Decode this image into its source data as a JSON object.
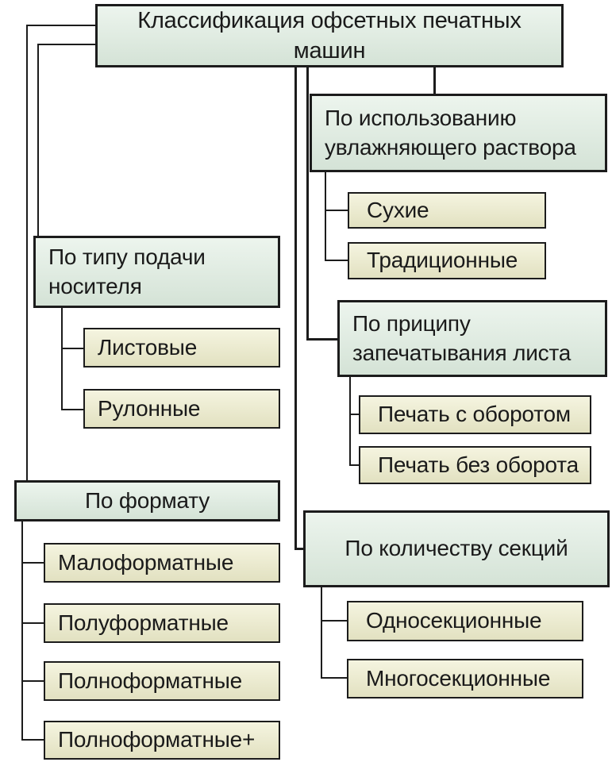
{
  "diagram": {
    "title": "Классификация офсетных печатных машин",
    "colors": {
      "header_bg": "#ddecdf",
      "leaf_bg": "#eeedcb",
      "border": "#1c1c1c",
      "line": "#1c1c1c",
      "text": "#1a1a1a",
      "background": "#ffffff"
    },
    "branches": [
      {
        "id": "media-feed",
        "label": "По типу подачи носителя",
        "children": [
          "Листовые",
          "Рулонные"
        ]
      },
      {
        "id": "format",
        "label": "По формату",
        "children": [
          "Малоформатные",
          "Полуформатные",
          "Полноформатные",
          "Полноформатные+"
        ]
      },
      {
        "id": "dampening-solution",
        "label": "По использованию увлажняющего раствора",
        "children": [
          "Сухие",
          "Традиционные"
        ]
      },
      {
        "id": "sheet-printing-principle",
        "label": "По приципу запечатывания листа",
        "children": [
          "Печать с оборотом",
          "Печать без оборота"
        ]
      },
      {
        "id": "section-count",
        "label": "По количеству секций",
        "children": [
          "Односекционные",
          "Многосекционные"
        ]
      }
    ]
  }
}
